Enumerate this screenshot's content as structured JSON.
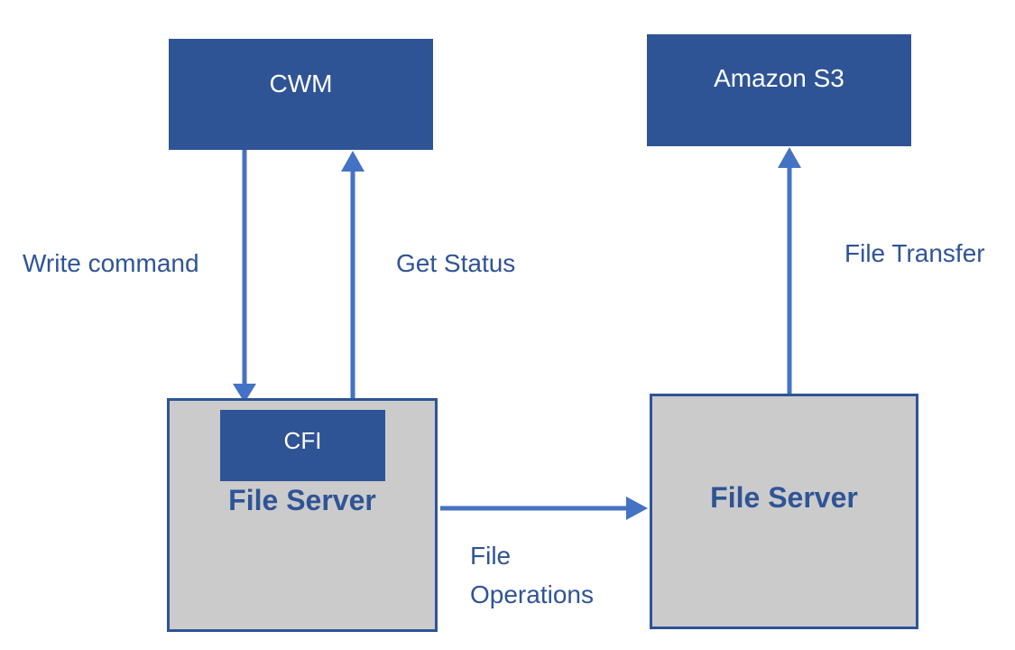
{
  "diagram": {
    "colors": {
      "background": "#ffffff",
      "box_fill": "#2F5496",
      "box_text": "#ffffff",
      "server_fill": "#CBCBCB",
      "server_border": "#2F5496",
      "arrow": "#4472C4",
      "label_text": "#2F5496"
    },
    "nodes": {
      "cwm": {
        "label": "CWM"
      },
      "amazon_s3": {
        "label": "Amazon S3"
      },
      "cfi": {
        "label": "CFI"
      },
      "file_server_left": {
        "label": "File Server"
      },
      "file_server_right": {
        "label": "File Server"
      }
    },
    "edges": {
      "write_command": {
        "label": "Write command",
        "from": "CWM",
        "to": "File Server (left)",
        "direction": "down"
      },
      "get_status": {
        "label": "Get Status",
        "from": "File Server (left)",
        "to": "CWM",
        "direction": "up"
      },
      "file_transfer": {
        "label": "File Transfer",
        "from": "File Server (right)",
        "to": "Amazon S3",
        "direction": "up"
      },
      "file_operations": {
        "label": "File Operations",
        "from": "File Server (left)",
        "to": "File Server (right)",
        "direction": "right"
      }
    }
  }
}
